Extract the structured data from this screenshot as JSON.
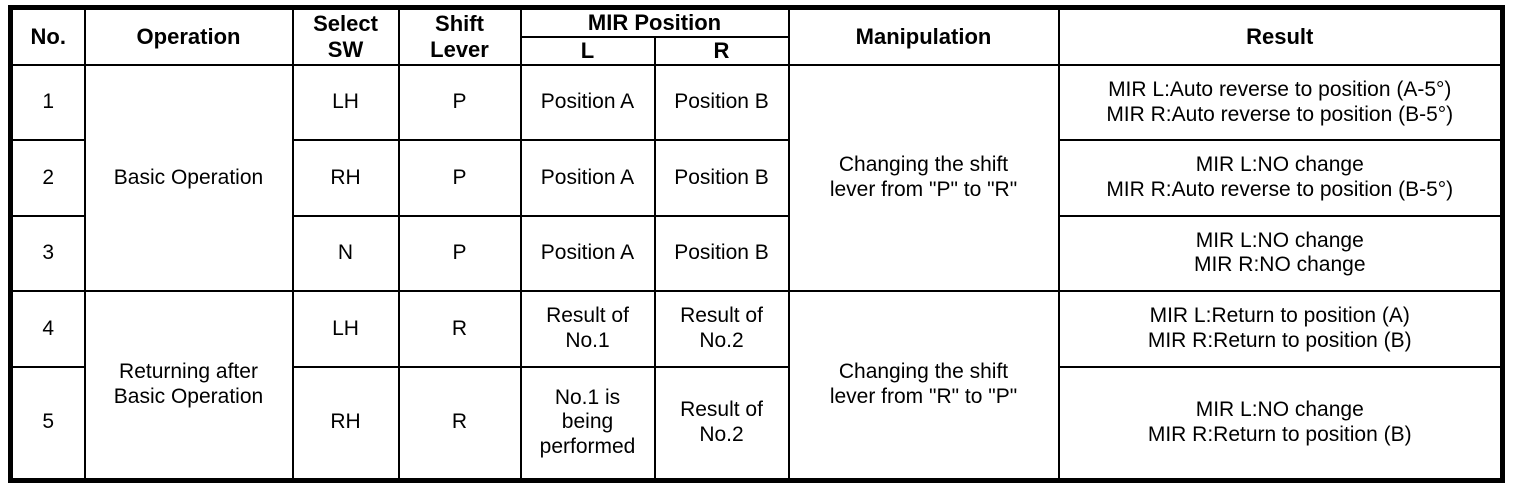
{
  "table": {
    "headers": {
      "no": "No.",
      "operation": "Operation",
      "select_sw": "Select\nSW",
      "shift_lever": "Shift\nLever",
      "mir_position": "MIR Position",
      "mir_l": "L",
      "mir_r": "R",
      "manipulation": "Manipulation",
      "result": "Result"
    },
    "operation_groups": [
      {
        "label": "Basic Operation",
        "rows": 3
      },
      {
        "label": "Returning after\nBasic Operation",
        "rows": 2
      }
    ],
    "manipulation_groups": [
      {
        "label": "Changing the shift\nlever from \"P\" to \"R\"",
        "rows": 3
      },
      {
        "label": "Changing the shift\nlever from \"R\" to \"P\"",
        "rows": 2
      }
    ],
    "rows": [
      {
        "no": "1",
        "select_sw": "LH",
        "shift_lever": "P",
        "mir_l": "Position A",
        "mir_r": "Position B",
        "result": "MIR L:Auto reverse to position (A-5°)\nMIR R:Auto reverse to position (B-5°)"
      },
      {
        "no": "2",
        "select_sw": "RH",
        "shift_lever": "P",
        "mir_l": "Position A",
        "mir_r": "Position B",
        "result": "MIR L:NO change\nMIR R:Auto reverse to position (B-5°)"
      },
      {
        "no": "3",
        "select_sw": "N",
        "shift_lever": "P",
        "mir_l": "Position A",
        "mir_r": "Position B",
        "result": "MIR L:NO change\nMIR R:NO change"
      },
      {
        "no": "4",
        "select_sw": "LH",
        "shift_lever": "R",
        "mir_l": "Result of\nNo.1",
        "mir_r": "Result of\nNo.2",
        "result": "MIR L:Return to position (A)\nMIR R:Return to position (B)"
      },
      {
        "no": "5",
        "select_sw": "RH",
        "shift_lever": "R",
        "mir_l": "No.1 is\nbeing\nperformed",
        "mir_r": "Result of\nNo.2",
        "result": "MIR L:NO change\nMIR R:Return to position (B)"
      }
    ]
  },
  "colors": {
    "border": "#000000",
    "background": "#ffffff",
    "text": "#000000"
  }
}
